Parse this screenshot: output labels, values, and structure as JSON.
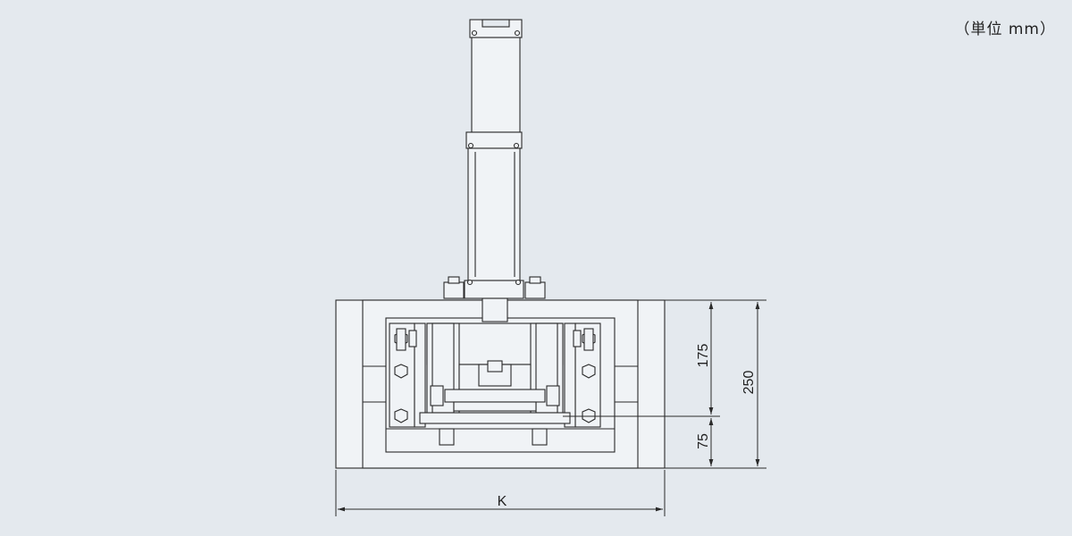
{
  "unit_note": "（単位 mm）",
  "dimensions": {
    "upper_height": "175",
    "lower_height": "75",
    "total_height": "250",
    "width_label": "K"
  },
  "colors": {
    "background": "#e4e9ee",
    "part_fill": "#f0f3f6",
    "line": "#2a2a2a"
  }
}
